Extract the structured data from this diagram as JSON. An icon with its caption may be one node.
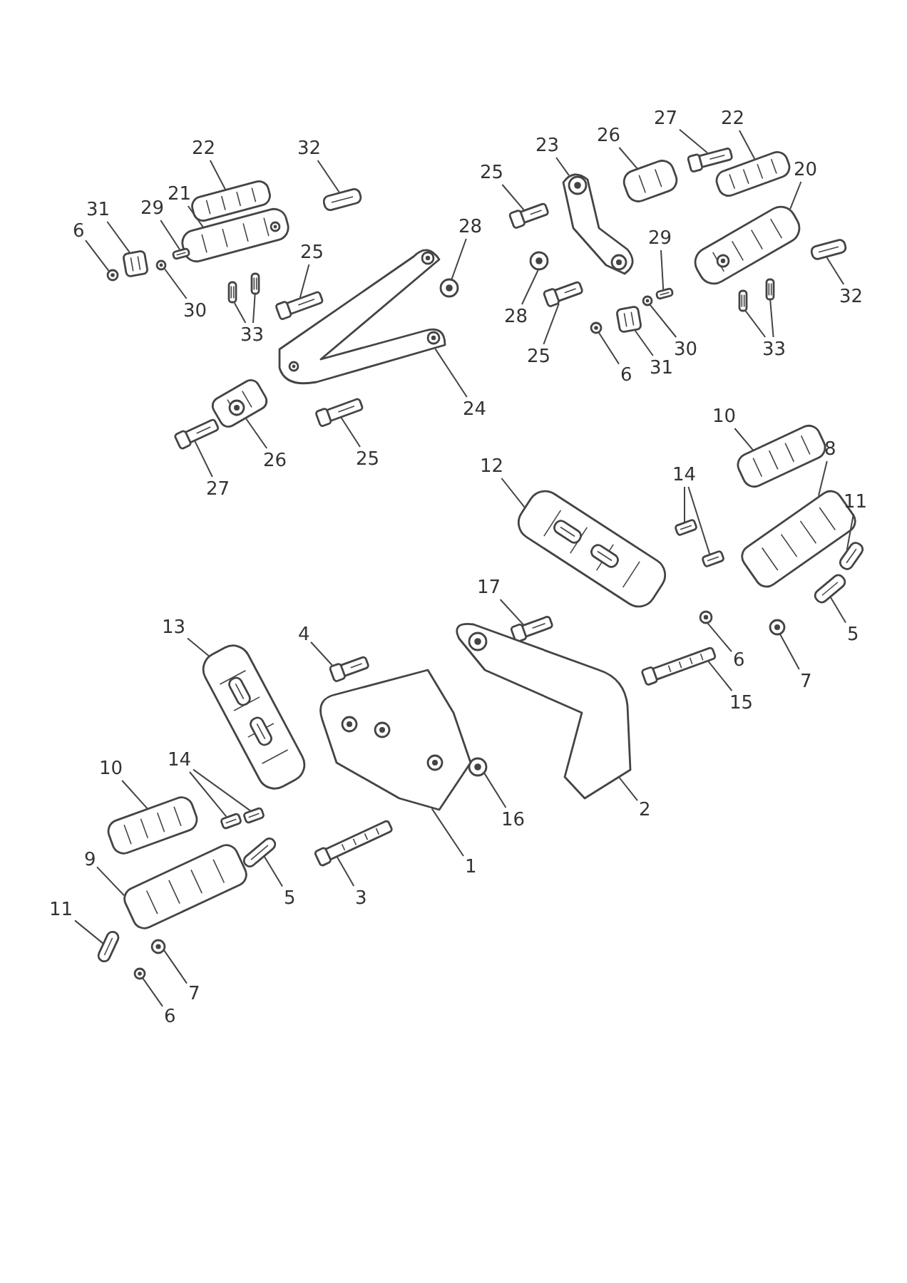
{
  "diagram": {
    "nodes": [
      {
        "text": [
          "22"
        ]
      },
      {
        "text": [
          "32"
        ]
      },
      {
        "text": [
          "31"
        ]
      },
      {
        "text": [
          "21"
        ]
      },
      {
        "text": [
          "29"
        ]
      },
      {
        "text": [
          "6"
        ]
      },
      {
        "text": [
          "30"
        ]
      },
      {
        "text": [
          "25"
        ]
      },
      {
        "text": [
          "28"
        ]
      },
      {
        "text": [
          "33"
        ]
      },
      {
        "text": [
          "24"
        ]
      },
      {
        "text": [
          "26"
        ]
      },
      {
        "text": [
          "27"
        ]
      },
      {
        "text": [
          "25"
        ]
      },
      {
        "text": [
          "27"
        ]
      },
      {
        "text": [
          "22"
        ]
      },
      {
        "text": [
          "26"
        ]
      },
      {
        "text": [
          "23"
        ]
      },
      {
        "text": [
          "25"
        ]
      },
      {
        "text": [
          "20"
        ]
      },
      {
        "text": [
          "29"
        ]
      },
      {
        "text": [
          "28"
        ]
      },
      {
        "text": [
          "30"
        ]
      },
      {
        "text": [
          "25"
        ]
      },
      {
        "text": [
          "6"
        ]
      },
      {
        "text": [
          "31"
        ]
      },
      {
        "text": [
          "33"
        ]
      },
      {
        "text": [
          "32"
        ]
      },
      {
        "text": [
          "10"
        ]
      },
      {
        "text": [
          "8"
        ]
      },
      {
        "text": [
          "12"
        ]
      },
      {
        "text": [
          "14"
        ]
      },
      {
        "text": [
          "11"
        ]
      },
      {
        "text": [
          "17"
        ]
      },
      {
        "text": [
          "5"
        ]
      },
      {
        "text": [
          "6"
        ]
      },
      {
        "text": [
          "7"
        ]
      },
      {
        "text": [
          "15"
        ]
      },
      {
        "text": [
          "13"
        ]
      },
      {
        "text": [
          "4"
        ]
      },
      {
        "text": [
          "2"
        ]
      },
      {
        "text": [
          "14"
        ]
      },
      {
        "text": [
          "10"
        ]
      },
      {
        "text": [
          "16"
        ]
      },
      {
        "text": [
          "9"
        ]
      },
      {
        "text": [
          "1"
        ]
      },
      {
        "text": [
          "5"
        ]
      },
      {
        "text": [
          "3"
        ]
      },
      {
        "text": [
          "11"
        ]
      },
      {
        "text": [
          "7"
        ]
      },
      {
        "text": [
          "6"
        ]
      },
      {
        "text": [],
        "shape": "picture"
      },
      {
        "text": [],
        "shape": "picture"
      },
      {
        "text": [],
        "shape": "picture"
      },
      {
        "text": [],
        "shape": "picture"
      },
      {
        "text": [],
        "shape": "picture"
      },
      {
        "text": [],
        "shape": "picture"
      },
      {
        "text": [],
        "shape": "picture"
      },
      {
        "text": [],
        "shape": "picture"
      },
      {
        "text": [],
        "shape": "picture"
      },
      {
        "text": [],
        "shape": "picture"
      },
      {
        "text": [],
        "shape": "picture"
      },
      {
        "text": [],
        "shape": "picture"
      },
      {
        "text": [],
        "shape": "picture"
      },
      {
        "text": [],
        "shape": "picture"
      },
      {
        "text": [],
        "shape": "picture"
      },
      {
        "text": [],
        "shape": "picture"
      },
      {
        "text": [],
        "shape": "picture"
      },
      {
        "text": [],
        "shape": "picture"
      },
      {
        "text": [],
        "shape": "picture"
      },
      {
        "text": [],
        "shape": "picture"
      },
      {
        "text": [],
        "shape": "picture"
      },
      {
        "text": [],
        "shape": "picture"
      },
      {
        "text": [],
        "shape": "picture"
      },
      {
        "text": [],
        "shape": "picture"
      },
      {
        "text": [],
        "shape": "picture"
      },
      {
        "text": [],
        "shape": "picture"
      },
      {
        "text": [],
        "shape": "picture"
      },
      {
        "text": [],
        "shape": "picture"
      },
      {
        "text": [],
        "shape": "picture"
      },
      {
        "text": [],
        "shape": "picture"
      },
      {
        "text": [],
        "shape": "picture"
      },
      {
        "text": [],
        "shape": "picture"
      },
      {
        "text": [],
        "shape": "picture"
      },
      {
        "text": [],
        "shape": "picture"
      },
      {
        "text": [],
        "shape": "picture"
      },
      {
        "text": [],
        "shape": "picture"
      },
      {
        "text": [],
        "shape": "picture"
      },
      {
        "text": [],
        "shape": "picture"
      },
      {
        "text": [],
        "shape": "picture"
      },
      {
        "text": [],
        "shape": "picture"
      },
      {
        "text": [],
        "shape": "picture"
      },
      {
        "text": [],
        "shape": "picture"
      },
      {
        "text": [],
        "shape": "picture"
      },
      {
        "text": [],
        "shape": "picture"
      },
      {
        "text": [],
        "shape": "picture"
      },
      {
        "text": [],
        "shape": "picture"
      },
      {
        "text": [],
        "shape": "picture"
      },
      {
        "text": [],
        "shape": "picture"
      },
      {
        "text": [],
        "shape": "picture"
      },
      {
        "text": [],
        "shape": "picture"
      },
      {
        "text": [],
        "shape": "picture"
      },
      {
        "text": [],
        "shape": "picture"
      },
      {
        "text": [],
        "shape": "picture"
      },
      {
        "text": [],
        "shape": "picture"
      },
      {
        "text": [],
        "shape": "picture"
      }
    ],
    "edges": [
      {
        "from": 0,
        "to": 51,
        "arrow": "none"
      },
      {
        "from": 1,
        "to": 52,
        "arrow": "none"
      },
      {
        "from": 2,
        "to": 53,
        "arrow": "none"
      },
      {
        "from": 3,
        "to": 54,
        "arrow": "none"
      },
      {
        "from": 4,
        "to": 55,
        "arrow": "none"
      },
      {
        "from": 5,
        "to": 56,
        "arrow": "none"
      },
      {
        "from": 6,
        "to": 57,
        "arrow": "none"
      },
      {
        "from": 7,
        "to": 58,
        "arrow": "none"
      },
      {
        "from": 8,
        "to": 59,
        "arrow": "none"
      },
      {
        "from": 9,
        "to": 60,
        "arrow": "none"
      },
      {
        "from": 9,
        "to": 61,
        "arrow": "none"
      },
      {
        "from": 10,
        "to": 62,
        "arrow": "none"
      },
      {
        "from": 11,
        "to": 63,
        "arrow": "none"
      },
      {
        "from": 12,
        "to": 64,
        "arrow": "none"
      },
      {
        "from": 13,
        "to": 65,
        "arrow": "none"
      },
      {
        "from": 14,
        "to": 66,
        "arrow": "none"
      },
      {
        "from": 15,
        "to": 67,
        "arrow": "none"
      },
      {
        "from": 16,
        "to": 68,
        "arrow": "none"
      },
      {
        "from": 17,
        "to": 69,
        "arrow": "none"
      },
      {
        "from": 18,
        "to": 70,
        "arrow": "none"
      },
      {
        "from": 19,
        "to": 71,
        "arrow": "none"
      },
      {
        "from": 20,
        "to": 72,
        "arrow": "none"
      },
      {
        "from": 21,
        "to": 73,
        "arrow": "none"
      },
      {
        "from": 22,
        "to": 74,
        "arrow": "none"
      },
      {
        "from": 23,
        "to": 75,
        "arrow": "none"
      },
      {
        "from": 24,
        "to": 76,
        "arrow": "none"
      },
      {
        "from": 25,
        "to": 77,
        "arrow": "none"
      },
      {
        "from": 26,
        "to": 78,
        "arrow": "none"
      },
      {
        "from": 26,
        "to": 79,
        "arrow": "none"
      },
      {
        "from": 27,
        "to": 80,
        "arrow": "none"
      },
      {
        "from": 28,
        "to": 81,
        "arrow": "none"
      },
      {
        "from": 29,
        "to": 82,
        "arrow": "none"
      },
      {
        "from": 30,
        "to": 83,
        "arrow": "none"
      },
      {
        "from": 31,
        "to": 84,
        "arrow": "none"
      },
      {
        "from": 31,
        "to": 85,
        "arrow": "none"
      },
      {
        "from": 32,
        "to": 86,
        "arrow": "none"
      },
      {
        "from": 33,
        "to": 87,
        "arrow": "none"
      },
      {
        "from": 34,
        "to": 88,
        "arrow": "none"
      },
      {
        "from": 35,
        "to": 89,
        "arrow": "none"
      },
      {
        "from": 36,
        "to": 90,
        "arrow": "none"
      },
      {
        "from": 37,
        "to": 91,
        "arrow": "none"
      },
      {
        "from": 38,
        "to": 92,
        "arrow": "none"
      },
      {
        "from": 39,
        "to": 93,
        "arrow": "none"
      },
      {
        "from": 40,
        "to": 94,
        "arrow": "none"
      },
      {
        "from": 41,
        "to": 95,
        "arrow": "none"
      },
      {
        "from": 41,
        "to": 96,
        "arrow": "none"
      },
      {
        "from": 42,
        "to": 97,
        "arrow": "none"
      },
      {
        "from": 43,
        "to": 98,
        "arrow": "none"
      },
      {
        "from": 44,
        "to": 99,
        "arrow": "none"
      },
      {
        "from": 45,
        "to": 100,
        "arrow": "none"
      },
      {
        "from": 46,
        "to": 101,
        "arrow": "none"
      },
      {
        "from": 47,
        "to": 102,
        "arrow": "none"
      },
      {
        "from": 48,
        "to": 103,
        "arrow": "none"
      },
      {
        "from": 49,
        "to": 104,
        "arrow": "none"
      },
      {
        "from": 50,
        "to": 105,
        "arrow": "none"
      }
    ]
  }
}
